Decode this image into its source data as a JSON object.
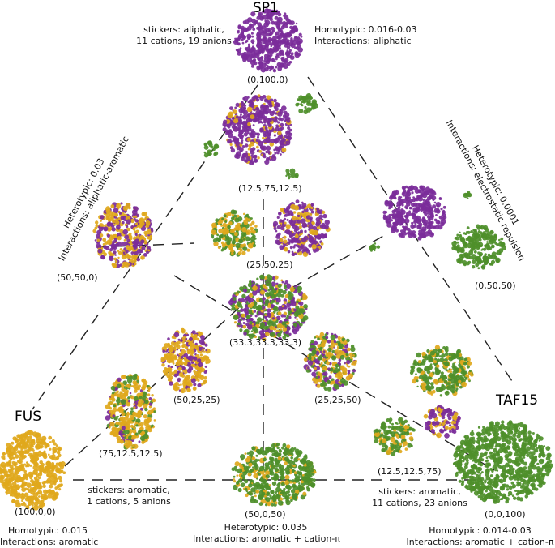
{
  "vertices": {
    "top": "SP1",
    "left": "FUS",
    "right": "TAF15"
  },
  "colors": {
    "sp1": "#7b2d9a",
    "fus": "#e0a81c",
    "taf15": "#4e8f2a",
    "line": "#222222"
  },
  "annotations": {
    "sp1_stickers_1": "stickers: aliphatic,",
    "sp1_stickers_2": "11 cations, 19 anions",
    "sp1_homo_1": "Homotypic: 0.016-0.03",
    "sp1_homo_2": "Interactions: aliphatic",
    "fus_sticker_1": "stickers: aromatic,",
    "fus_sticker_2": "1 cations, 5 anions",
    "taf_sticker_1": "stickers: aromatic,",
    "taf_sticker_2": "11 cations, 23 anions",
    "fus_homo_1": "Homotypic: 0.015",
    "fus_homo_2": "Interactions: aromatic",
    "fus_taf_het_1": "Heterotypic: 0.035",
    "fus_taf_het_2": "Interactions: aromatic + cation-π",
    "taf_homo_1": "Homotypic: 0.014-0.03",
    "taf_homo_2": "Interactions: aromatic + cation-π",
    "sp1_fus_het_1": "Heterotypic: 0.03",
    "sp1_fus_het_2": "Interactions: aliphatic-aromatic",
    "sp1_taf_het_1": "Heterotypic: 0.0001",
    "sp1_taf_het_2": "Interactions: electrostatic repulsion"
  },
  "compositions": {
    "c_0_100_0": "(0,100,0)",
    "c_12_75_12": "(12.5,75,12.5)",
    "c_25_50_25": "(25,50,25)",
    "c_50_50_0": "(50,50,0)",
    "c_0_50_50": "(0,50,50)",
    "c_33": "(33.3,33.3,33.3)",
    "c_50_25_25": "(50,25,25)",
    "c_25_25_50": "(25,25,50)",
    "c_75_12_12": "(75,12.5,12.5)",
    "c_12_12_75": "(12.5,12.5,75)",
    "c_100_0_0": "(100,0,0)",
    "c_50_0_50": "(50,0,50)",
    "c_0_0_100": "(0,0,100)"
  }
}
